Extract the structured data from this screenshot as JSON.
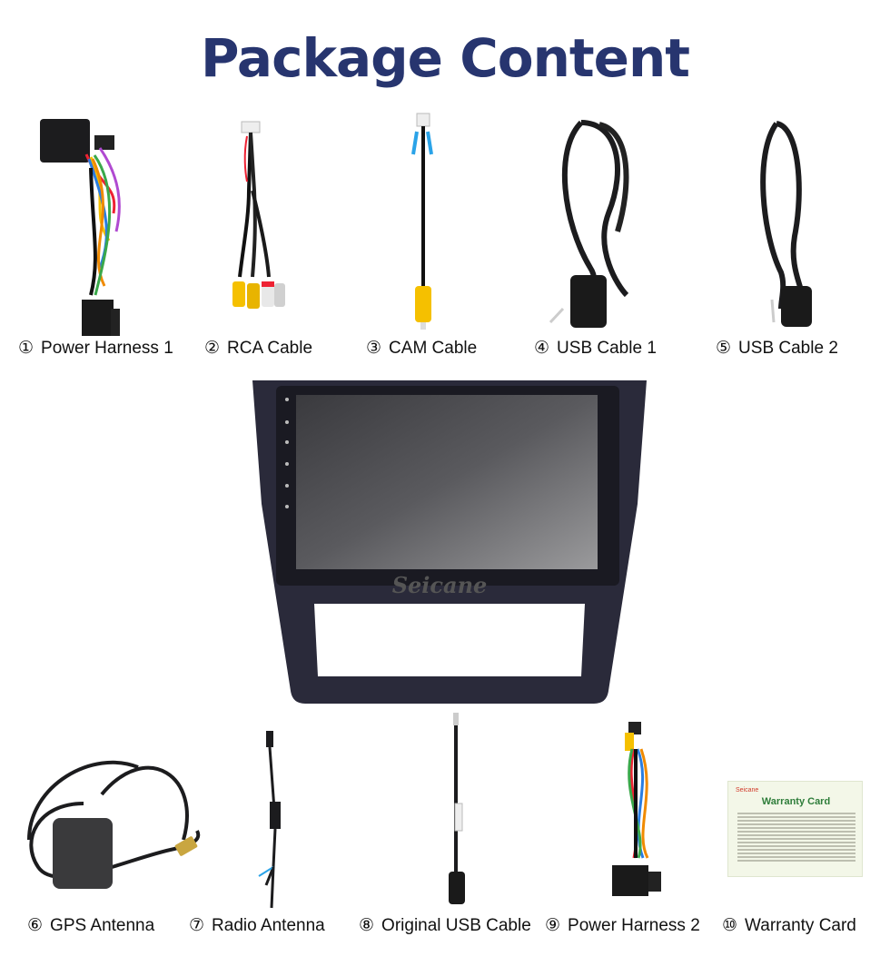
{
  "title": "Package Content",
  "items": [
    {
      "num": "①",
      "label": "Power Harness 1"
    },
    {
      "num": "②",
      "label": "RCA Cable"
    },
    {
      "num": "③",
      "label": "CAM Cable"
    },
    {
      "num": "④",
      "label": "USB Cable 1"
    },
    {
      "num": "⑤",
      "label": "USB Cable 2"
    },
    {
      "num": "⑥",
      "label": "GPS Antenna"
    },
    {
      "num": "⑦",
      "label": "Radio Antenna"
    },
    {
      "num": "⑧",
      "label": "Original USB Cable"
    },
    {
      "num": "⑨",
      "label": "Power Harness 2"
    },
    {
      "num": "⑩",
      "label": "Warranty Card"
    }
  ],
  "head_unit": {
    "brand": "Seicane"
  },
  "warranty_card": {
    "brand": "Seicane",
    "title": "Warranty Card"
  },
  "colors": {
    "title": "#27356f",
    "cable": "#1c1c1e",
    "frame": "#2a2a3a"
  }
}
